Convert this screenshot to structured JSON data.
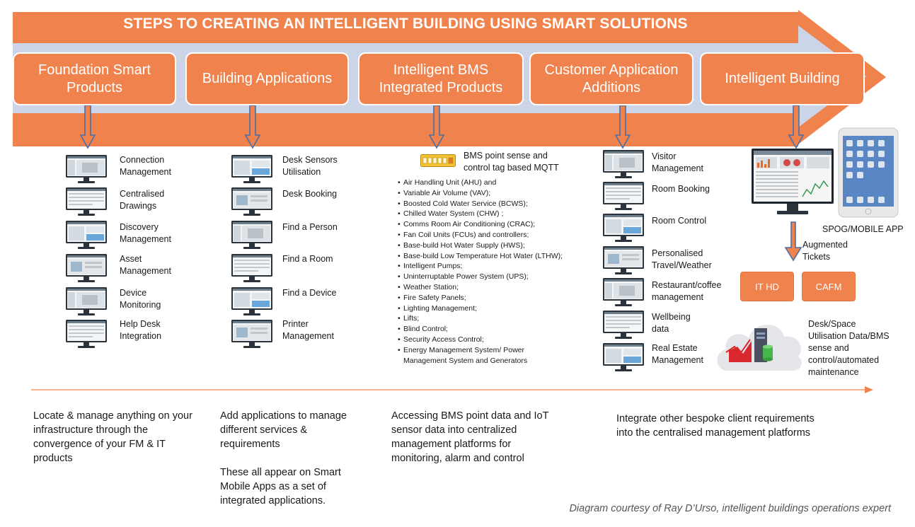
{
  "title": "STEPS TO CREATING AN INTELLIGENT BUILDING USING SMART SOLUTIONS",
  "steps": [
    {
      "lines": [
        "Foundation Smart",
        "Products"
      ]
    },
    {
      "lines": [
        "Building Applications"
      ]
    },
    {
      "lines": [
        "Intelligent BMS",
        "Integrated Products"
      ]
    },
    {
      "lines": [
        "Customer Application",
        "Additions"
      ]
    },
    {
      "lines": [
        "Intelligent Building"
      ]
    }
  ],
  "foundation_items": [
    {
      "lines": [
        "Connection",
        "Management"
      ]
    },
    {
      "lines": [
        "Centralised",
        "Drawings"
      ]
    },
    {
      "lines": [
        "Discovery",
        "Management"
      ]
    },
    {
      "lines": [
        "Asset",
        "Management"
      ]
    },
    {
      "lines": [
        "Device",
        "Monitoring"
      ]
    },
    {
      "lines": [
        "Help Desk",
        "Integration"
      ]
    }
  ],
  "building_items": [
    {
      "lines": [
        "Desk Sensors",
        "Utilisation"
      ]
    },
    {
      "lines": [
        "Desk Booking"
      ]
    },
    {
      "lines": [
        "Find a Person"
      ]
    },
    {
      "lines": [
        "Find a Room"
      ]
    },
    {
      "lines": [
        "Find a Device"
      ]
    },
    {
      "lines": [
        "Printer",
        "Management"
      ]
    }
  ],
  "bms": {
    "header": [
      "BMS point sense and",
      "control tag based MQTT"
    ],
    "items": [
      [
        "Air Handling Unit (AHU) and"
      ],
      [
        "Variable Air Volume (VAV);"
      ],
      [
        "Boosted Cold Water Service (BCWS);"
      ],
      [
        "Chilled Water System (CHW) ;"
      ],
      [
        "Comms Room Air Conditioning (CRAC);"
      ],
      [
        "Fan Coil Units (FCUs) and controllers;"
      ],
      [
        "Base-build Hot Water Supply (HWS);"
      ],
      [
        "Base-build Low Temperature Hot Water (LTHW);"
      ],
      [
        "Intelligent Pumps;"
      ],
      [
        "Uninterruptable Power System (UPS);"
      ],
      [
        "Weather Station;"
      ],
      [
        "Fire Safety Panels;"
      ],
      [
        "Lighting Management;"
      ],
      [
        "Lifts;"
      ],
      [
        "Blind Control;"
      ],
      [
        "Security Access Control;"
      ],
      [
        "Energy Management System/ Power",
        "Management System and Generators"
      ]
    ]
  },
  "customer_items": [
    {
      "lines": [
        "Visitor",
        "Management"
      ]
    },
    {
      "lines": [
        "Room Booking"
      ]
    },
    {
      "lines": [
        "Room Control"
      ]
    },
    {
      "lines": [
        "Personalised",
        "Travel/Weather"
      ]
    },
    {
      "lines": [
        "Restaurant/coffee",
        "management"
      ]
    },
    {
      "lines": [
        "Wellbeing",
        "data"
      ]
    },
    {
      "lines": [
        "Real Estate",
        "Management"
      ]
    }
  ],
  "intelligent": {
    "spog_label": "SPOG/MOBILE APP",
    "augmented": [
      "Augmented",
      "Tickets"
    ],
    "box1": "IT HD",
    "box2": "CAFM",
    "cloud_label": [
      "Desk/Space",
      "Utilisation Data/BMS",
      "sense and",
      "control/automated",
      "maintenance"
    ]
  },
  "descriptions": [
    {
      "lines": [
        "Locate & manage anything on your",
        "infrastructure through the",
        "convergence of your FM & IT",
        "products"
      ]
    },
    {
      "lines": [
        "Add applications to manage",
        "different services &",
        "requirements",
        "",
        "These all appear on Smart",
        "Mobile Apps as a set of",
        "integrated applications."
      ]
    },
    {
      "lines": [
        "Accessing BMS point data and IoT",
        "sensor data into centralized",
        "management platforms for",
        "monitoring, alarm and control"
      ]
    },
    {
      "lines": [
        "Integrate other bespoke client requirements",
        "into the centralised management platforms"
      ]
    }
  ],
  "credit": "Diagram courtesy of Ray D’Urso, intelligent buildings operations expert",
  "colors": {
    "orange": "#f0834d",
    "band": "#ccd5e8",
    "arrow_blue": "#4a6ea6"
  }
}
